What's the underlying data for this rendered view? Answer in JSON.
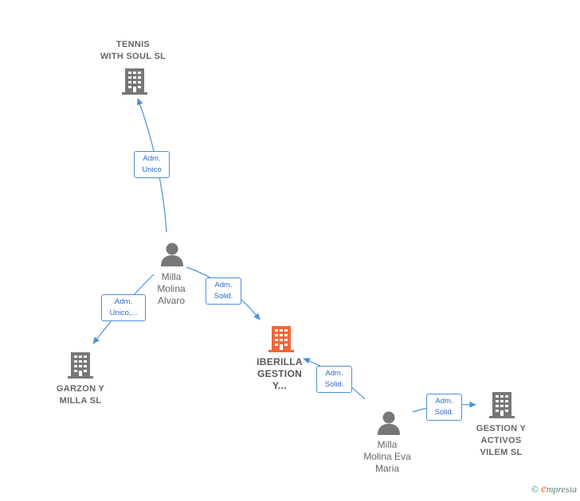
{
  "nodes": {
    "tennis": {
      "name": "TENNIS\nWITH SOUL  SL",
      "type": "company"
    },
    "garzon": {
      "name": "GARZON Y\nMILLA SL",
      "type": "company"
    },
    "iberilla": {
      "name": "IBERILLA\nGESTION\nY...",
      "type": "company",
      "focus": true,
      "color": "#f0673a"
    },
    "gestion": {
      "name": "GESTION Y\nACTIVOS\nVILEM  SL",
      "type": "company"
    },
    "alvaro": {
      "name": "Milla\nMolina\nAlvaro",
      "type": "person"
    },
    "eva": {
      "name": "Milla\nMolina Eva\nMaria",
      "type": "person"
    }
  },
  "edges": {
    "alvaro_tennis": {
      "label": "Adm.\nUnico"
    },
    "alvaro_garzon": {
      "label": "Adm.\nUnico,..."
    },
    "alvaro_iberilla": {
      "label": "Adm.\nSolid."
    },
    "eva_iberilla": {
      "label": "Adm.\nSolid."
    },
    "eva_gestion": {
      "label": "Adm.\nSolid."
    }
  },
  "colors": {
    "edge": "#4a90d9",
    "company_icon": "#777777",
    "focus_icon": "#f0673a",
    "person_icon": "#777777"
  },
  "watermark": {
    "symbol": "©",
    "e": "e",
    "brand": "mpresia"
  }
}
